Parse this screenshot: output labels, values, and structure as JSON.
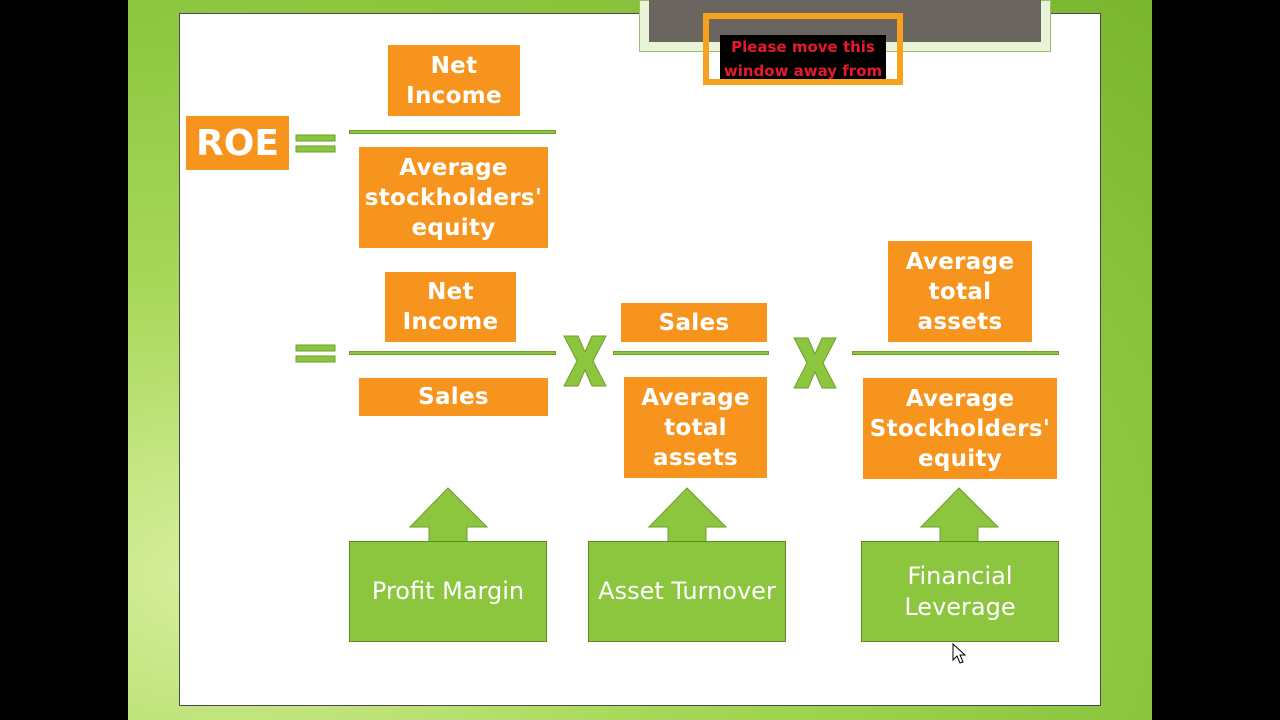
{
  "roe_label": "ROE",
  "row1": {
    "numerator": "Net Income",
    "denominator": "Average stockholders' equity"
  },
  "row2": {
    "f1_num": "Net Income",
    "f1_den": "Sales",
    "f2_num": "Sales",
    "f2_den": "Average total assets",
    "f3_num": "Average total assets",
    "f3_den": "Average Stockholders' equity"
  },
  "components": {
    "profit_margin": "Profit Margin",
    "asset_turnover": "Asset Turnover",
    "financial_leverage": "Financial Leverage"
  },
  "popup": {
    "line1": "Please move this",
    "line2": "window away from"
  },
  "colors": {
    "orange": "#f7941d",
    "green": "#8cc63f"
  }
}
